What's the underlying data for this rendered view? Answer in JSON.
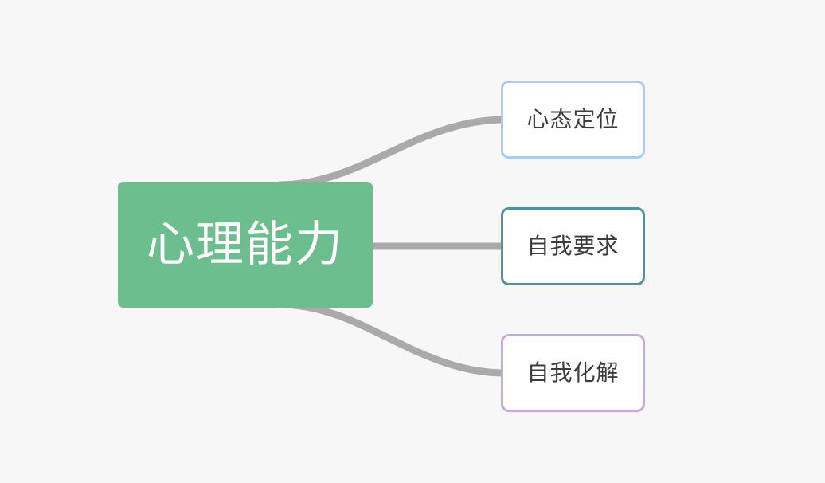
{
  "diagram": {
    "type": "mind-map",
    "background_color": "#f7f7f7",
    "connector_color": "#aaaaaa",
    "connector_width": 9,
    "root": {
      "label": "心理能力",
      "fill_color": "#6cbe8e",
      "text_color": "#ffffff"
    },
    "children": [
      {
        "label": "心态定位",
        "border_color": "#a8cdf0",
        "fill_color": "#ffffff",
        "text_color": "#3c3c3c",
        "connector": "curve-up"
      },
      {
        "label": "自我要求",
        "border_color": "#4e94a0",
        "fill_color": "#ffffff",
        "text_color": "#3c3c3c",
        "connector": "straight"
      },
      {
        "label": "自我化解",
        "border_color": "#c9a8e0",
        "fill_color": "#ffffff",
        "text_color": "#3c3c3c",
        "connector": "curve-down"
      }
    ]
  }
}
